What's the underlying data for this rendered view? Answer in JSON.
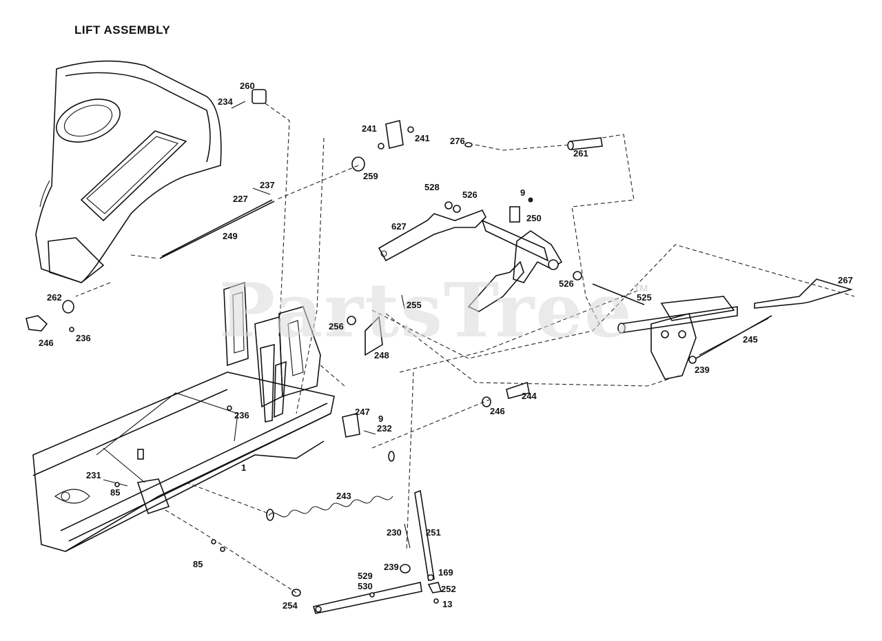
{
  "title": "LIFT ASSEMBLY",
  "watermark": "PartsTree",
  "trademark": "TM",
  "callouts": [
    "260",
    "234",
    "241",
    "241",
    "276",
    "261",
    "237",
    "227",
    "259",
    "528",
    "526",
    "9",
    "250",
    "627",
    "249",
    "526",
    "525",
    "267",
    "262",
    "255",
    "256",
    "246",
    "236",
    "248",
    "245",
    "239",
    "244",
    "236",
    "247",
    "9",
    "232",
    "246",
    "1",
    "231",
    "85",
    "243",
    "230",
    "251",
    "85",
    "529",
    "530",
    "239",
    "169",
    "252",
    "13",
    "254"
  ]
}
